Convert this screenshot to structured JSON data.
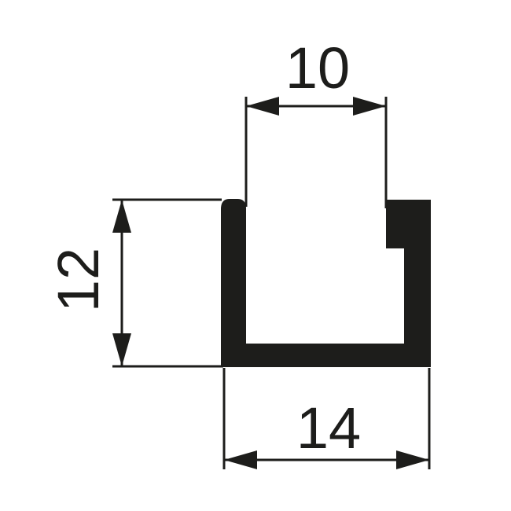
{
  "labels": {
    "top_dimension": "10",
    "left_dimension": "12",
    "bottom_dimension": "14"
  },
  "colors": {
    "ink": "#1d1d1b",
    "background": "#ffffff"
  }
}
